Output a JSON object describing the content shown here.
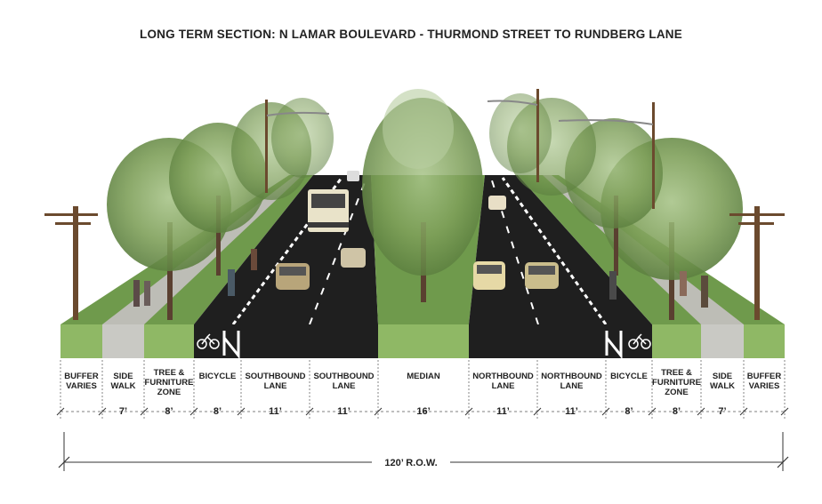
{
  "title": "LONG TERM SECTION:  N LAMAR BOULEVARD - THURMOND STREET TO RUNDBERG LANE",
  "segments": [
    {
      "label": "BUFFER\nVARIES",
      "width": "",
      "kind": "grass"
    },
    {
      "label": "SIDE\nWALK",
      "width": "7’",
      "kind": "walk"
    },
    {
      "label": "TREE &\nFURNITURE\nZONE",
      "width": "8’",
      "kind": "grass"
    },
    {
      "label": "BICYCLE",
      "width": "8’",
      "kind": "bike"
    },
    {
      "label": "SOUTHBOUND\nLANE",
      "width": "11’",
      "kind": "road"
    },
    {
      "label": "SOUTHBOUND\nLANE",
      "width": "11’",
      "kind": "road"
    },
    {
      "label": "MEDIAN",
      "width": "16’",
      "kind": "grass"
    },
    {
      "label": "NORTHBOUND\nLANE",
      "width": "11’",
      "kind": "road"
    },
    {
      "label": "NORTHBOUND\nLANE",
      "width": "11’",
      "kind": "road"
    },
    {
      "label": "BICYCLE",
      "width": "8’",
      "kind": "bike"
    },
    {
      "label": "TREE &\nFURNITURE\nZONE",
      "width": "8’",
      "kind": "grass"
    },
    {
      "label": "SIDE\nWALK",
      "width": "7’",
      "kind": "walk"
    },
    {
      "label": "BUFFER\nVARIES",
      "width": "",
      "kind": "grass"
    }
  ],
  "row_label": "120’ R.O.W.",
  "colors": {
    "grass": "#6f9a4c",
    "grass_light": "#8fb865",
    "asphalt": "#1f1f1f",
    "sidewalk": "#c9c9c4",
    "tree": "#7fa05a",
    "tree_dark": "#55773a",
    "pole": "#6b4a2e",
    "line": "#ffffff"
  }
}
